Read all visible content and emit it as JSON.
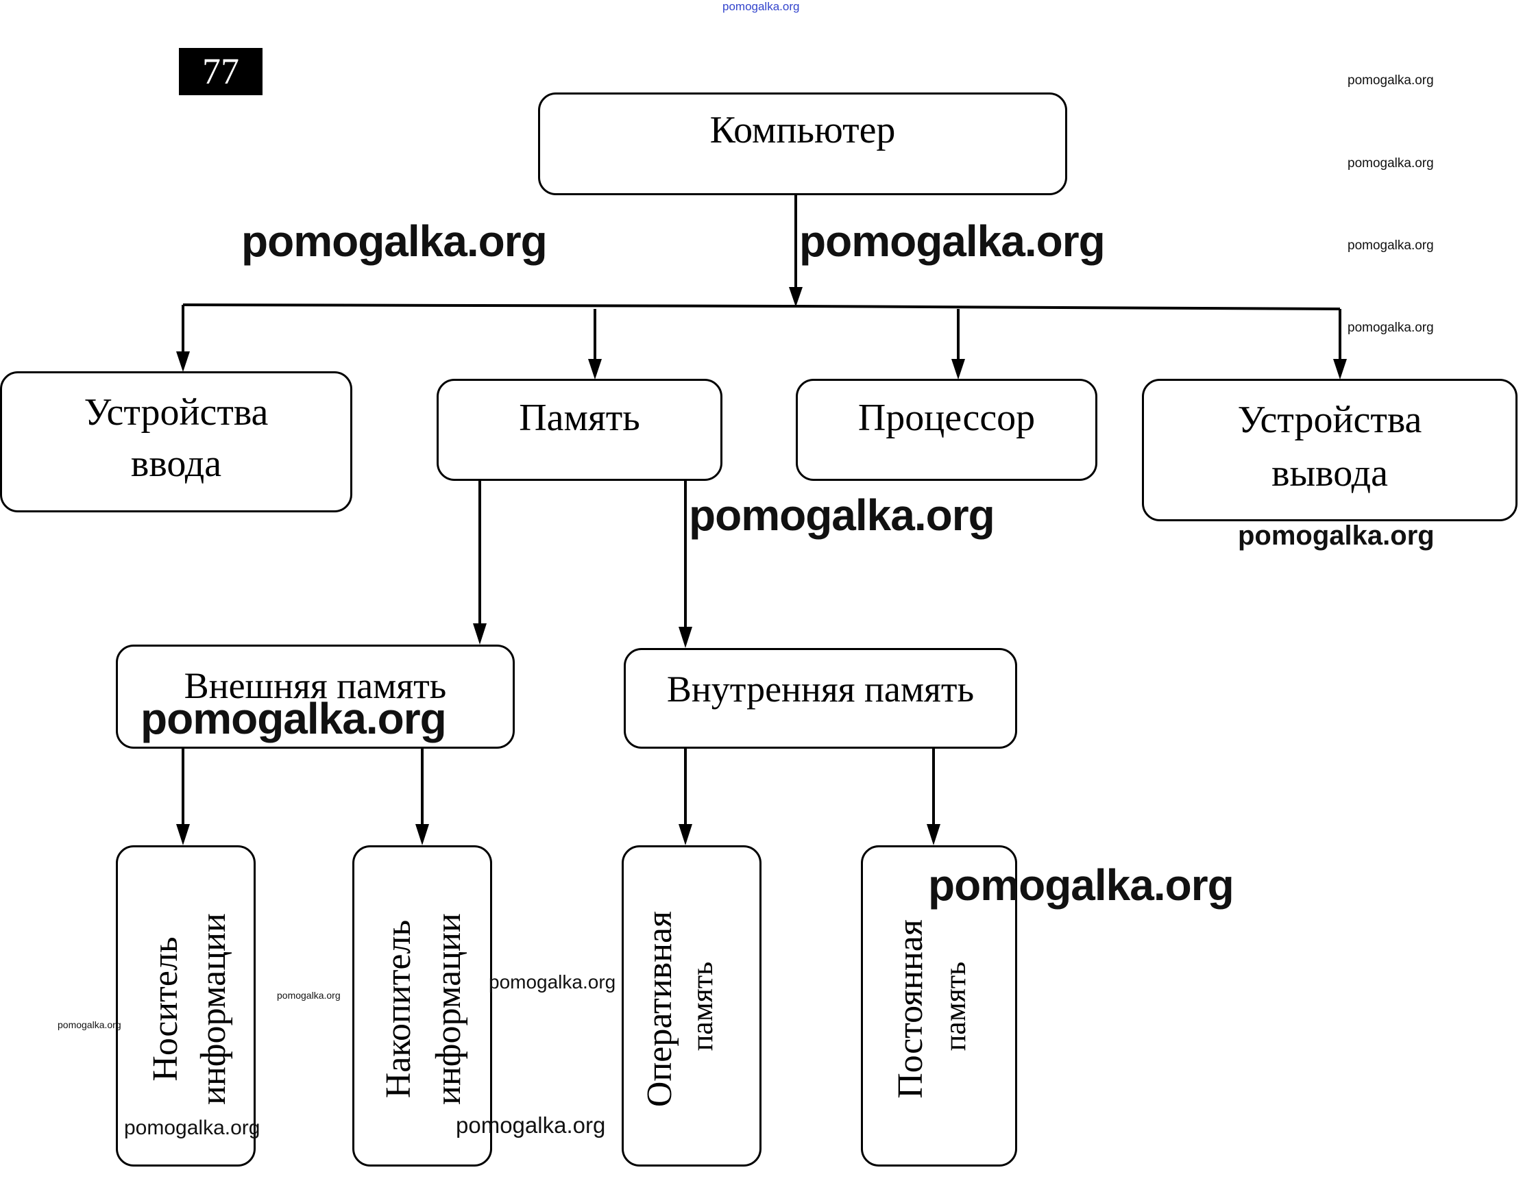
{
  "header": {
    "task_number": "77",
    "top_watermark": "pomogalka.org"
  },
  "nodes": {
    "root": "Компьютер",
    "input_devices": [
      "Устройства",
      "ввода"
    ],
    "memory": "Память",
    "processor": "Процессор",
    "output_devices": [
      "Устройства",
      "вывода"
    ],
    "external_memory": "Внешняя память",
    "internal_memory": "Внутренняя память",
    "storage_medium": [
      "Носитель",
      "информации"
    ],
    "storage_drive": [
      "Накопитель",
      "информации"
    ],
    "ram": [
      "Оперативная",
      "память"
    ],
    "rom": [
      "Постоянная",
      "память"
    ]
  },
  "edges": [
    {
      "from": "Компьютер",
      "to": "Устройства ввода"
    },
    {
      "from": "Компьютер",
      "to": "Память"
    },
    {
      "from": "Компьютер",
      "to": "Процессор"
    },
    {
      "from": "Компьютер",
      "to": "Устройства вывода"
    },
    {
      "from": "Память",
      "to": "Внешняя память"
    },
    {
      "from": "Память",
      "to": "Внутренняя память"
    },
    {
      "from": "Внешняя память",
      "to": "Носитель информации"
    },
    {
      "from": "Внешняя память",
      "to": "Накопитель информации"
    },
    {
      "from": "Внутренняя память",
      "to": "Оперативная память"
    },
    {
      "from": "Внутренняя память",
      "to": "Постоянная память"
    }
  ],
  "watermarks": {
    "text": "pomogalka.org"
  }
}
